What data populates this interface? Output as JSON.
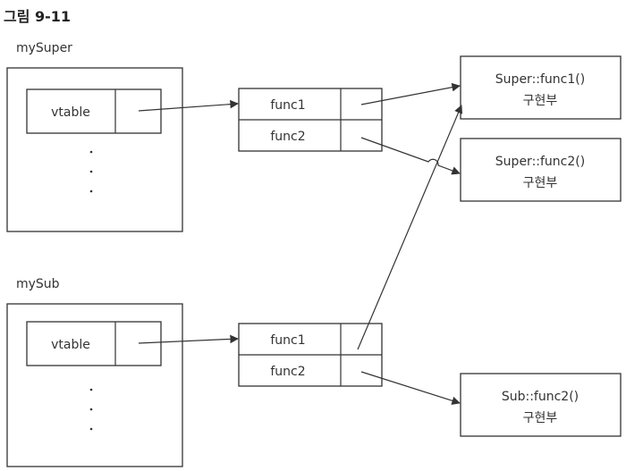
{
  "figure_title": "그림 9-11",
  "objects": {
    "super": {
      "label": "mySuper",
      "vtable_label": "vtable",
      "ellipsis": "·"
    },
    "sub": {
      "label": "mySub",
      "vtable_label": "vtable",
      "ellipsis": "·"
    }
  },
  "vtables": {
    "super": {
      "rows": [
        "func1",
        "func2"
      ]
    },
    "sub": {
      "rows": [
        "func1",
        "func2"
      ]
    }
  },
  "implementations": [
    {
      "name": "Super::func1()",
      "desc": "구현부"
    },
    {
      "name": "Super::func2()",
      "desc": "구현부"
    },
    {
      "name": "Sub::func2()",
      "desc": "구현부"
    }
  ]
}
